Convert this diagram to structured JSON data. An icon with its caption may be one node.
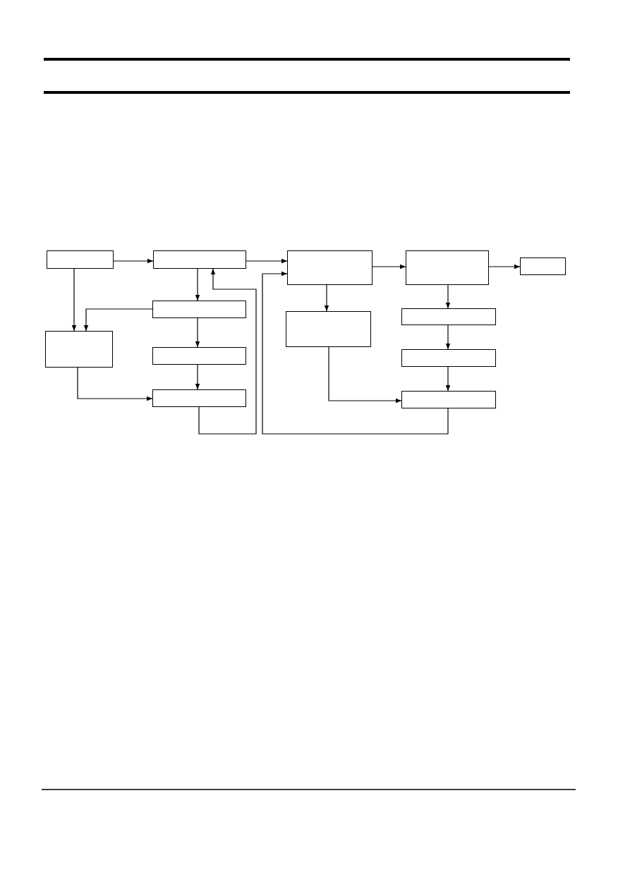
{
  "diagram": {
    "nodes": [
      {
        "text": [],
        "shape": "box"
      },
      {
        "text": [],
        "shape": "box"
      },
      {
        "text": [],
        "shape": "box"
      },
      {
        "text": [],
        "shape": "box"
      },
      {
        "text": [],
        "shape": "box"
      },
      {
        "text": [],
        "shape": "box"
      },
      {
        "text": [],
        "shape": "box"
      },
      {
        "text": [],
        "shape": "box"
      },
      {
        "text": [],
        "shape": "box"
      },
      {
        "text": [],
        "shape": "box"
      },
      {
        "text": [],
        "shape": "box"
      },
      {
        "text": [],
        "shape": "box"
      },
      {
        "text": [],
        "shape": "box"
      }
    ],
    "edges": [
      {
        "from": 0,
        "to": 1,
        "arrow": "to"
      },
      {
        "from": 1,
        "to": 2,
        "arrow": "to"
      },
      {
        "from": 2,
        "to": 3,
        "arrow": "to"
      },
      {
        "from": 3,
        "to": 4,
        "arrow": "to"
      },
      {
        "from": 0,
        "to": 6,
        "arrow": "to"
      },
      {
        "from": 5,
        "to": 6,
        "arrow": "to"
      },
      {
        "from": 1,
        "to": 5,
        "arrow": "to"
      },
      {
        "from": 5,
        "to": 7,
        "arrow": "to"
      },
      {
        "from": 7,
        "to": 8,
        "arrow": "to"
      },
      {
        "from": 6,
        "to": 8,
        "arrow": "to"
      },
      {
        "from": 8,
        "to": 1,
        "arrow": "to"
      },
      {
        "from": 2,
        "to": 9,
        "arrow": "to"
      },
      {
        "from": 9,
        "to": 12,
        "arrow": "to"
      },
      {
        "from": 3,
        "to": 10,
        "arrow": "to"
      },
      {
        "from": 10,
        "to": 11,
        "arrow": "to"
      },
      {
        "from": 11,
        "to": 12,
        "arrow": "to"
      },
      {
        "from": 12,
        "to": 2,
        "arrow": "to"
      }
    ]
  }
}
